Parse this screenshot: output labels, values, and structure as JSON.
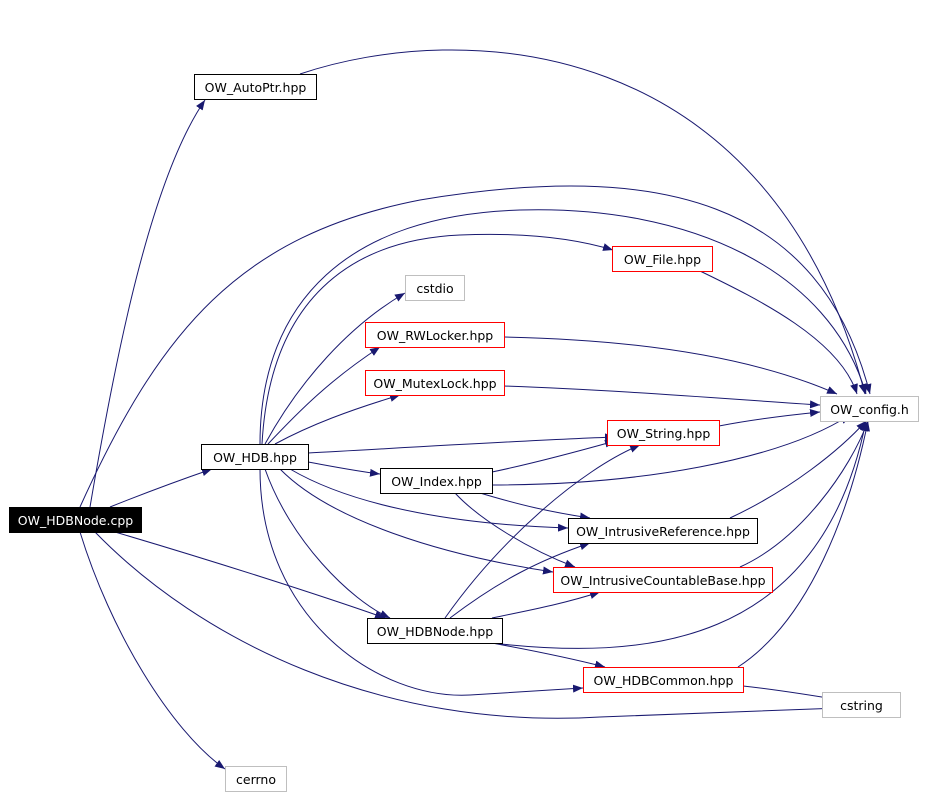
{
  "colors": {
    "edge": "#191970",
    "root_fill": "#000000",
    "root_text": "#ffffff",
    "black_border": "#000000",
    "red_border": "#ff0000",
    "gray_border": "#bfbfbf",
    "node_fill": "#ffffff",
    "node_text": "#000000"
  },
  "nodes": {
    "hdbnode_cpp": {
      "label": "OW_HDBNode.cpp",
      "style": "root"
    },
    "autoptr": {
      "label": "OW_AutoPtr.hpp",
      "style": "black"
    },
    "hdb": {
      "label": "OW_HDB.hpp",
      "style": "black"
    },
    "config": {
      "label": "OW_config.h",
      "style": "gray"
    },
    "file": {
      "label": "OW_File.hpp",
      "style": "red"
    },
    "cstdio": {
      "label": "cstdio",
      "style": "gray"
    },
    "rwlocker": {
      "label": "OW_RWLocker.hpp",
      "style": "red"
    },
    "mutexlock": {
      "label": "OW_MutexLock.hpp",
      "style": "red"
    },
    "string": {
      "label": "OW_String.hpp",
      "style": "red"
    },
    "index": {
      "label": "OW_Index.hpp",
      "style": "black"
    },
    "intrusiveref": {
      "label": "OW_IntrusiveReference.hpp",
      "style": "black"
    },
    "intrusivecountable": {
      "label": "OW_IntrusiveCountableBase.hpp",
      "style": "red"
    },
    "hdbnode_hpp": {
      "label": "OW_HDBNode.hpp",
      "style": "black"
    },
    "hdbcommon": {
      "label": "OW_HDBCommon.hpp",
      "style": "red"
    },
    "cstring": {
      "label": "cstring",
      "style": "gray"
    },
    "cerrno": {
      "label": "cerrno",
      "style": "gray"
    }
  },
  "edges": [
    {
      "from": "hdbnode_cpp",
      "to": "autoptr"
    },
    {
      "from": "hdbnode_cpp",
      "to": "config"
    },
    {
      "from": "hdbnode_cpp",
      "to": "hdb"
    },
    {
      "from": "hdbnode_cpp",
      "to": "hdbnode_hpp"
    },
    {
      "from": "hdbnode_cpp",
      "to": "cstring"
    },
    {
      "from": "hdbnode_cpp",
      "to": "cerrno"
    },
    {
      "from": "autoptr",
      "to": "config"
    },
    {
      "from": "hdb",
      "to": "config"
    },
    {
      "from": "hdb",
      "to": "file"
    },
    {
      "from": "hdb",
      "to": "cstdio"
    },
    {
      "from": "hdb",
      "to": "rwlocker"
    },
    {
      "from": "hdb",
      "to": "mutexlock"
    },
    {
      "from": "hdb",
      "to": "string"
    },
    {
      "from": "hdb",
      "to": "index"
    },
    {
      "from": "hdb",
      "to": "intrusiveref"
    },
    {
      "from": "hdb",
      "to": "intrusivecountable"
    },
    {
      "from": "hdb",
      "to": "hdbnode_hpp"
    },
    {
      "from": "hdb",
      "to": "hdbcommon"
    },
    {
      "from": "file",
      "to": "config"
    },
    {
      "from": "rwlocker",
      "to": "config"
    },
    {
      "from": "mutexlock",
      "to": "config"
    },
    {
      "from": "string",
      "to": "config"
    },
    {
      "from": "index",
      "to": "string"
    },
    {
      "from": "index",
      "to": "config"
    },
    {
      "from": "index",
      "to": "intrusiveref"
    },
    {
      "from": "index",
      "to": "intrusivecountable"
    },
    {
      "from": "intrusiveref",
      "to": "config"
    },
    {
      "from": "intrusivecountable",
      "to": "config"
    },
    {
      "from": "hdbnode_hpp",
      "to": "string"
    },
    {
      "from": "hdbnode_hpp",
      "to": "intrusiveref"
    },
    {
      "from": "hdbnode_hpp",
      "to": "intrusivecountable"
    },
    {
      "from": "hdbnode_hpp",
      "to": "config"
    },
    {
      "from": "hdbnode_hpp",
      "to": "hdbcommon"
    },
    {
      "from": "hdbcommon",
      "to": "config"
    },
    {
      "from": "hdbcommon",
      "to": "cstring"
    }
  ]
}
